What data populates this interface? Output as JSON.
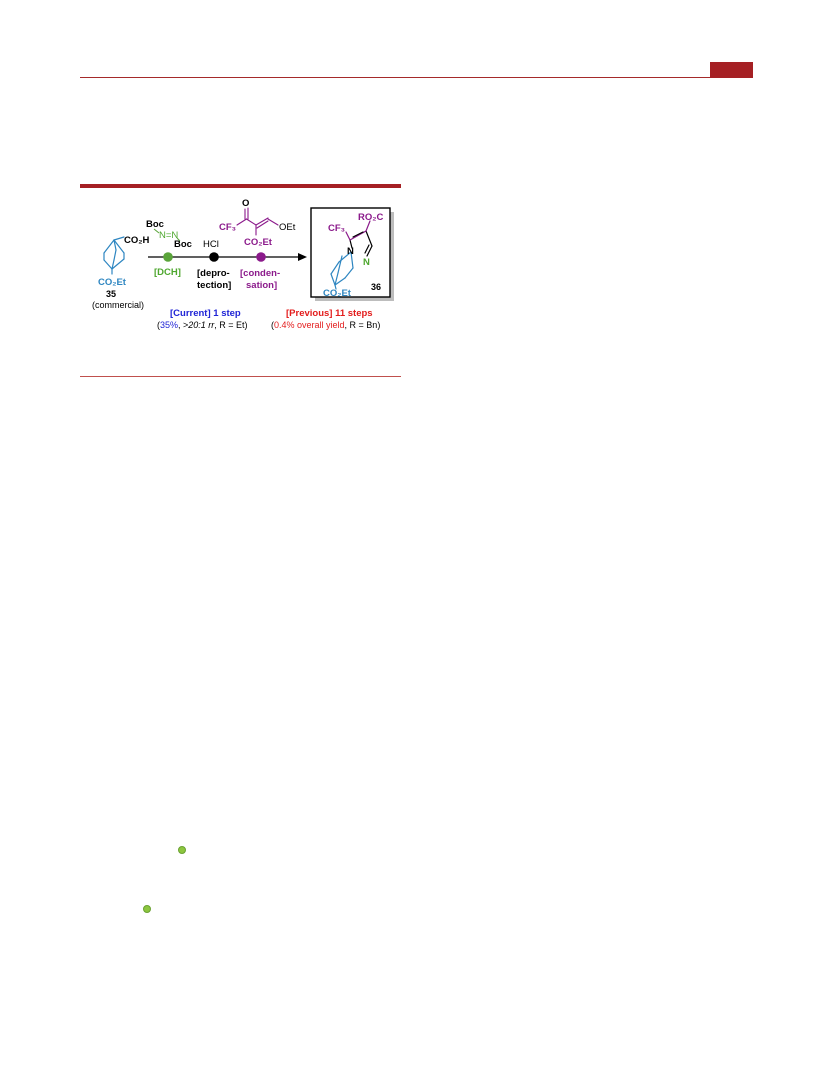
{
  "colors": {
    "accent": "#a52024",
    "blue": "#2e86c1",
    "green": "#4ea72e",
    "purple": "#8b1a8b",
    "current": "#1f24d6",
    "previous": "#e31c1c"
  },
  "scheme": {
    "start": {
      "co2h": "CO₂H",
      "co2et": "CO₂Et",
      "number": "35",
      "note": "(commercial)"
    },
    "reagent_dch": {
      "boc_top": "Boc",
      "nn": "N=N",
      "boc_bottom": "Boc",
      "tag": "[DCH]"
    },
    "reagent_hcl": {
      "label": "HCl",
      "tag_line1": "[depro-",
      "tag_line2": "tection]"
    },
    "reagent_enone": {
      "o": "O",
      "cf3": "CF₃",
      "oet": "OEt",
      "co2et": "CO₂Et",
      "tag_line1": "[conden-",
      "tag_line2": "sation]"
    },
    "product": {
      "ro2c": "RO₂C",
      "cf3": "CF₃",
      "n1": "N",
      "n2": "N",
      "co2et": "CO₂Et",
      "number": "36"
    },
    "current": {
      "heading": "[Current] 1 step",
      "open": "(",
      "yield": "35%",
      "rest_a": ", >",
      "rr": "20:1 rr",
      "rest_b": ", R = Et)"
    },
    "previous": {
      "heading": "[Previous] 11 steps",
      "open": "(",
      "yield": "0.4% overall yield",
      "rest": ", R = Bn)"
    }
  }
}
